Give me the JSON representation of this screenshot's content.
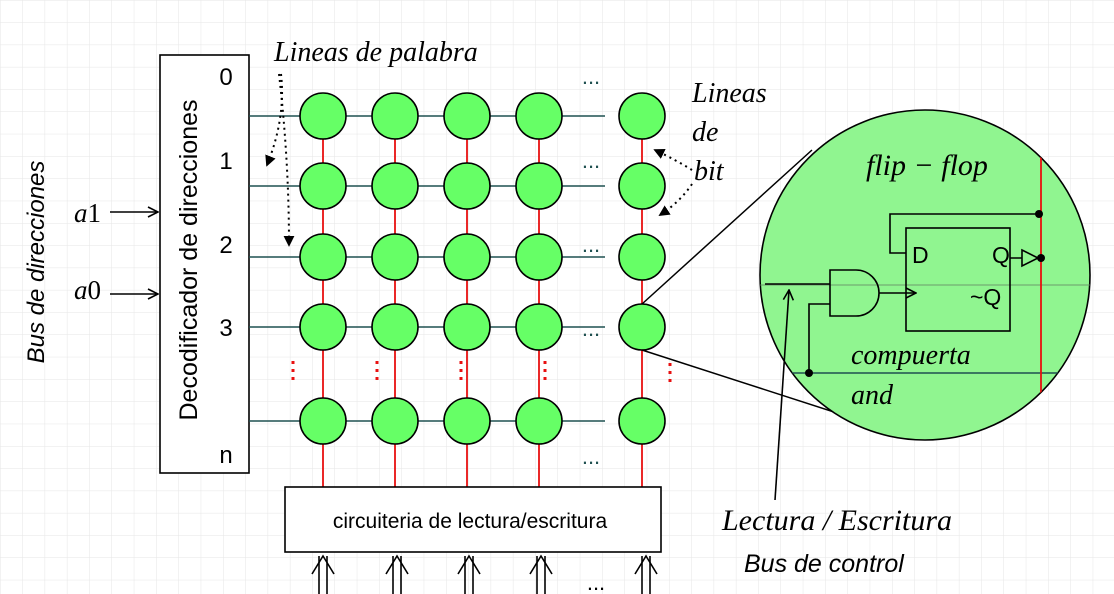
{
  "labels": {
    "address_bus": "Bus de direcciones",
    "input_a1_var": "a",
    "input_a1_idx": "1",
    "input_a0_var": "a",
    "input_a0_idx": "0",
    "decoder": "Decodificador de direcciones",
    "row_numbers": [
      "0",
      "1",
      "2",
      "3",
      "n"
    ],
    "word_lines": "Lineas de palabra",
    "bit_lines": [
      "Lineas",
      "de",
      "bit"
    ],
    "circuitry": "circuiteria de lectura/escritura",
    "ellipsis": "...",
    "flip_flop": "flip − flop",
    "d_pin": "D",
    "q_pin": "Q",
    "qn_pin": "~Q",
    "and_gate": [
      "compuerta",
      "and"
    ],
    "read_write": "Lectura / Escritura",
    "control_bus": "Bus de control"
  },
  "colors": {
    "cell_fill": "#66ff66",
    "zoom_fill": "#90f590",
    "bit_line": "#e81010",
    "word_line": "#1f5050",
    "grid": "#e6e6e6",
    "ink": "#000000"
  }
}
